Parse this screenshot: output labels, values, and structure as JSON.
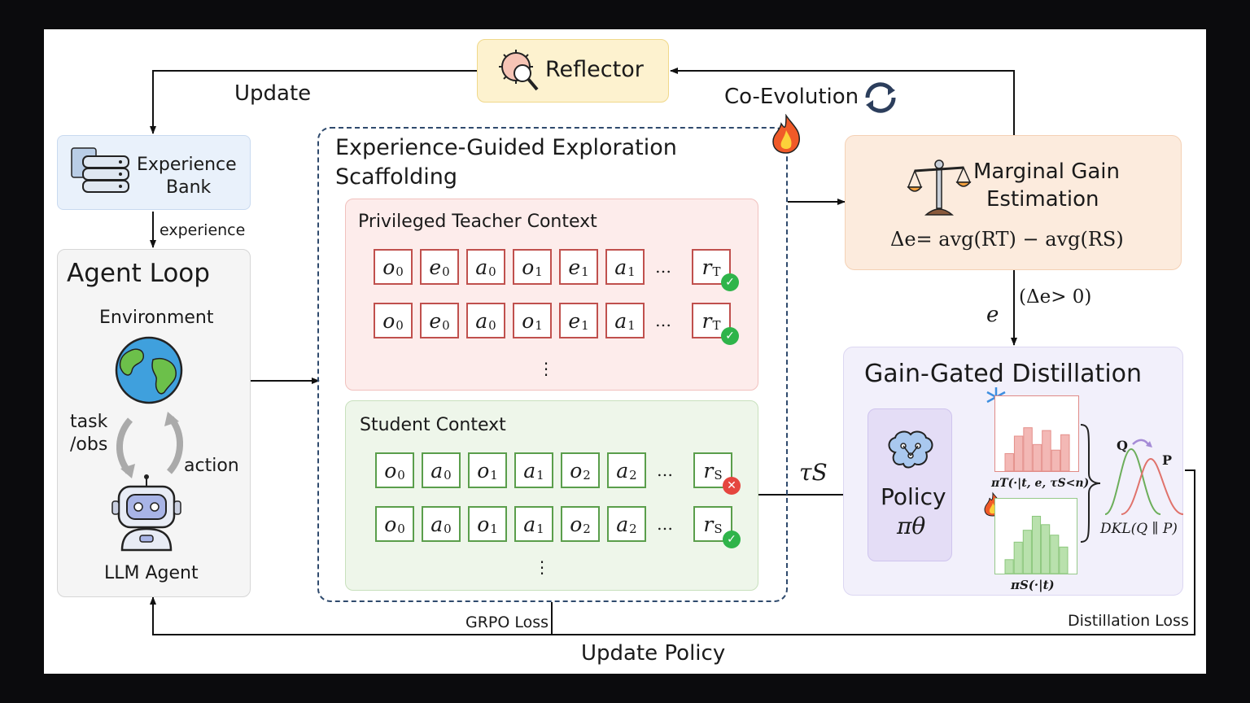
{
  "reflector": {
    "label": "Reflector"
  },
  "update_label": "Update",
  "co_evolution_label": "Co-Evolution",
  "experience_bank": {
    "line1": "Experience",
    "line2": "Bank"
  },
  "experience_arrow_label": "experience",
  "agent_loop": {
    "title": "Agent Loop",
    "environment": "Environment",
    "task_obs": [
      "task",
      "/obs"
    ],
    "action": "action",
    "agent": "LLM Agent"
  },
  "scaffold": {
    "title_line1": "Experience-Guided Exploration",
    "title_line2": "Scaffolding",
    "teacher": {
      "title": "Privileged Teacher Context",
      "rows": [
        {
          "tokens": [
            [
              "o",
              "0"
            ],
            [
              "e",
              "0"
            ],
            [
              "a",
              "0"
            ],
            [
              "o",
              "1"
            ],
            [
              "e",
              "1"
            ],
            [
              "a",
              "1"
            ]
          ],
          "ellipsis": "…",
          "reward": [
            "r",
            "T"
          ],
          "status": "ok"
        },
        {
          "tokens": [
            [
              "o",
              "0"
            ],
            [
              "e",
              "0"
            ],
            [
              "a",
              "0"
            ],
            [
              "o",
              "1"
            ],
            [
              "e",
              "1"
            ],
            [
              "a",
              "1"
            ]
          ],
          "ellipsis": "…",
          "reward": [
            "r",
            "T"
          ],
          "status": "ok"
        }
      ]
    },
    "student": {
      "title": "Student Context",
      "rows": [
        {
          "tokens": [
            [
              "o",
              "0"
            ],
            [
              "a",
              "0"
            ],
            [
              "o",
              "1"
            ],
            [
              "a",
              "1"
            ],
            [
              "o",
              "2"
            ],
            [
              "a",
              "2"
            ]
          ],
          "ellipsis": "…",
          "reward": [
            "r",
            "S"
          ],
          "status": "bad"
        },
        {
          "tokens": [
            [
              "o",
              "0"
            ],
            [
              "a",
              "0"
            ],
            [
              "o",
              "1"
            ],
            [
              "a",
              "1"
            ],
            [
              "o",
              "2"
            ],
            [
              "a",
              "2"
            ]
          ],
          "ellipsis": "…",
          "reward": [
            "r",
            "S"
          ],
          "status": "ok"
        }
      ]
    }
  },
  "marginal_gain": {
    "line1": "Marginal Gain",
    "line2": "Estimation",
    "formula": "Δe= avg(RT) − avg(RS)"
  },
  "gate": {
    "e": "e",
    "condition": "(Δe> 0)"
  },
  "tau_label": "τS",
  "distillation": {
    "title": "Gain-Gated Distillation",
    "policy_label": "Policy",
    "policy_symbol": "πθ",
    "teacher_dist_label": "πT(·|t, e, τS<n)",
    "student_dist_label": "πS(·|t)",
    "kl_label": "DKL(Q ∥ P)",
    "q_label": "Q",
    "p_label": "P",
    "teacher_bars": [
      0.25,
      0.5,
      0.62,
      0.38,
      0.58,
      0.3,
      0.52
    ],
    "student_bars": [
      0.2,
      0.45,
      0.62,
      0.82,
      0.7,
      0.55,
      0.38
    ]
  },
  "losses": {
    "grpo": "GRPO Loss",
    "distillation": "Distillation Loss"
  },
  "update_policy_label": "Update Policy",
  "colors": {
    "teacher_border": "#c0504d",
    "student_border": "#5a9e4b",
    "teacher_bg": "#fdeceb",
    "student_bg": "#eef6ea",
    "bank_bg": "#e9f1fb",
    "gain_bg": "#fcebdd",
    "distill_bg": "#f2f0fb",
    "reflector_bg": "#fdf2cf",
    "scaffold_border": "#2f4a6d"
  }
}
